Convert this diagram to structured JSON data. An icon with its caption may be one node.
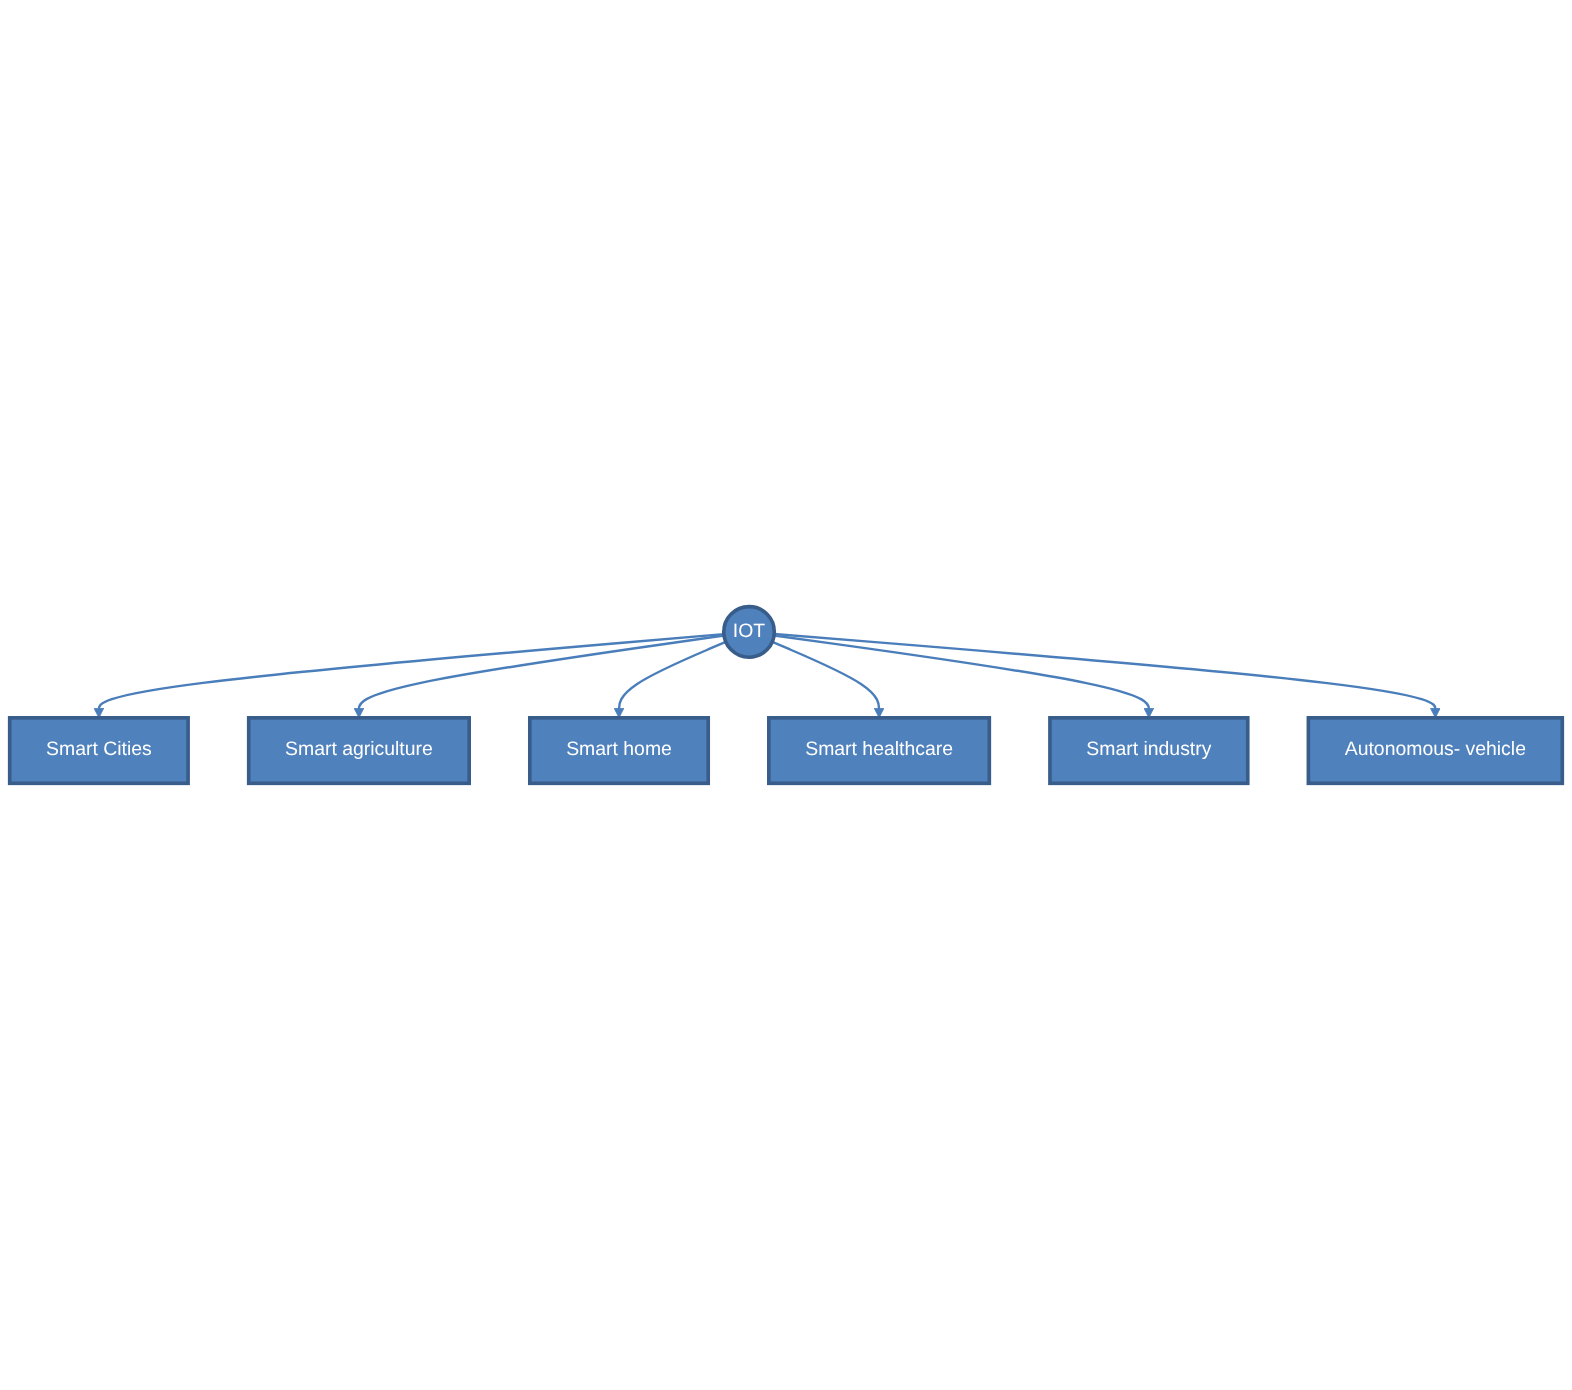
{
  "diagram": {
    "nodes": [
      {
        "text": [
          "Smart Cities"
        ]
      },
      {
        "text": [
          "Smart agriculture"
        ]
      },
      {
        "text": [
          "IOT"
        ]
      },
      {
        "text": [
          "Smart home"
        ]
      },
      {
        "text": [
          "Smart healthcare"
        ]
      },
      {
        "text": [
          "Smart industry"
        ]
      },
      {
        "text": [
          "Autonomous- vehicle"
        ]
      }
    ],
    "edges": [
      {
        "from": 2,
        "to": 0,
        "arrow": "to"
      },
      {
        "from": 2,
        "to": 1,
        "arrow": "to"
      },
      {
        "from": 2,
        "to": 3,
        "arrow": "to"
      },
      {
        "from": 2,
        "to": 4,
        "arrow": "to"
      },
      {
        "from": 2,
        "to": 5,
        "arrow": "to"
      },
      {
        "from": 2,
        "to": 6,
        "arrow": "to"
      }
    ]
  }
}
